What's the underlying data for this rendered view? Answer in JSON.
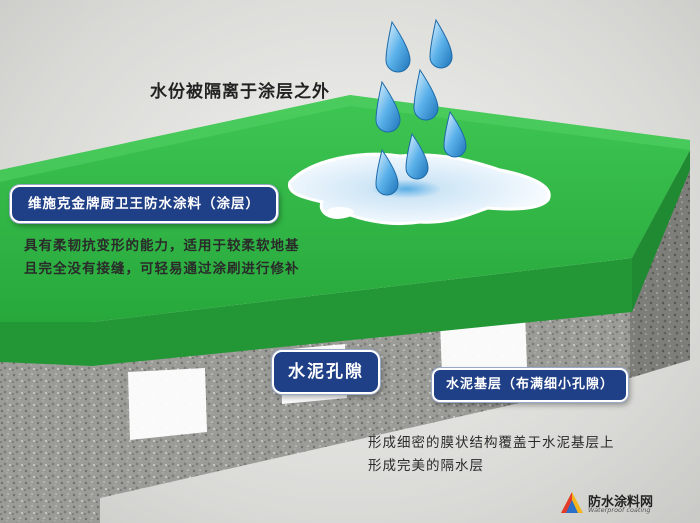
{
  "title": "水份被隔离于涂层之外",
  "labels": {
    "coating": "维施克金牌厨卫王防水涂料（涂层）",
    "pores": "水泥孔隙",
    "base": "水泥基层（布满细小孔隙）"
  },
  "descriptions": {
    "coating_line1": "具有柔韧抗变形的能力，适用于较柔软地基",
    "coating_line2": "且完全没有接缝，可轻易通过涂刷进行修补",
    "layer_line1": "形成细密的膜状结构覆盖于水泥基层上",
    "layer_line2": "形成完美的隔水层"
  },
  "logo": {
    "name": "防水涂料网",
    "subtitle": "Waterproof coating"
  },
  "colors": {
    "coating_green": "#2fb344",
    "label_blue": "#1f3f86",
    "concrete_grey": "#9a9a96",
    "water_blue": "#3a9ad8"
  },
  "icons": {
    "water_drops": "water-drop-icon",
    "logo": "colored-triangle-logo-icon"
  }
}
